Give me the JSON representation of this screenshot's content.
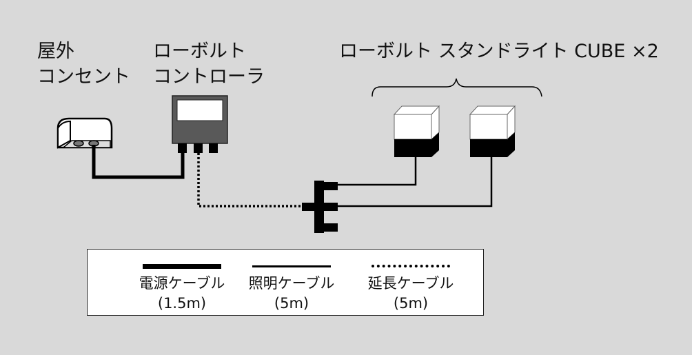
{
  "labels": {
    "outlet_line1": "屋外",
    "outlet_line2": "コンセント",
    "controller_line1": "ローボルト",
    "controller_line2": "コントローラ",
    "lights": "ローボルト スタンドライト CUBE ×2"
  },
  "legend": {
    "power": {
      "name": "電源ケーブル",
      "length": "(1.5m)"
    },
    "lighting": {
      "name": "照明ケーブル",
      "length": "(5m)"
    },
    "extension": {
      "name": "延長ケーブル",
      "length": "(5m)"
    }
  },
  "colors": {
    "background": "#d9d9d9",
    "controller_body": "#595959",
    "cable": "#000000",
    "legend_bg": "#ffffff"
  }
}
